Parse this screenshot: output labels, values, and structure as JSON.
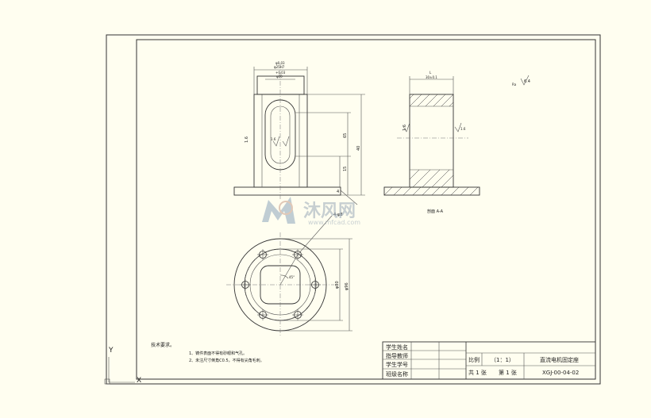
{
  "ucs": {
    "y_label": "Y",
    "x_label": "X"
  },
  "front_view": {
    "dim_top_1": "φ0.03",
    "dim_top_2": "φ25H7",
    "dim_slot_top_1": "+0.03",
    "dim_slot_top_2": "φ10",
    "dim_left": "1.6",
    "dim_mid": "1.6",
    "dim_right_1": "65",
    "dim_right_2": "40",
    "dim_bottom_1": "15",
    "dim_bottom_2": "4",
    "dim_leader": "4-φ8"
  },
  "side_view": {
    "dim_top_1": "L",
    "dim_top_2": "30±0.1",
    "dim_left": "1.6",
    "dim_right": "1.6",
    "section_label": "剖面 A-A"
  },
  "roughness_note": {
    "label": "Ra",
    "value": "6.4"
  },
  "top_view": {
    "dim_angle": "45°",
    "dim_right_1": "φ80",
    "dim_right_2": "φ96"
  },
  "tech_req": {
    "title": "技术要求。",
    "items": [
      "1、铸件表面不得有砂眼和气孔。",
      "2、未注尺寸倒角C0.5，不得有尖角毛刺。"
    ]
  },
  "title_block": {
    "left_labels": [
      "学生姓名",
      "指导教师",
      "学生学号",
      "班级名称"
    ],
    "scale_label": "比例",
    "scale_value": "（1：1）",
    "drawing_name": "直流电机固定座",
    "sheets_total": "共 1 张",
    "sheet_no": "第 1 张",
    "drawing_code": "XGJ-00-04-02"
  },
  "watermark": {
    "logo_text": "沐风网",
    "url": "www.mfcad.com"
  }
}
